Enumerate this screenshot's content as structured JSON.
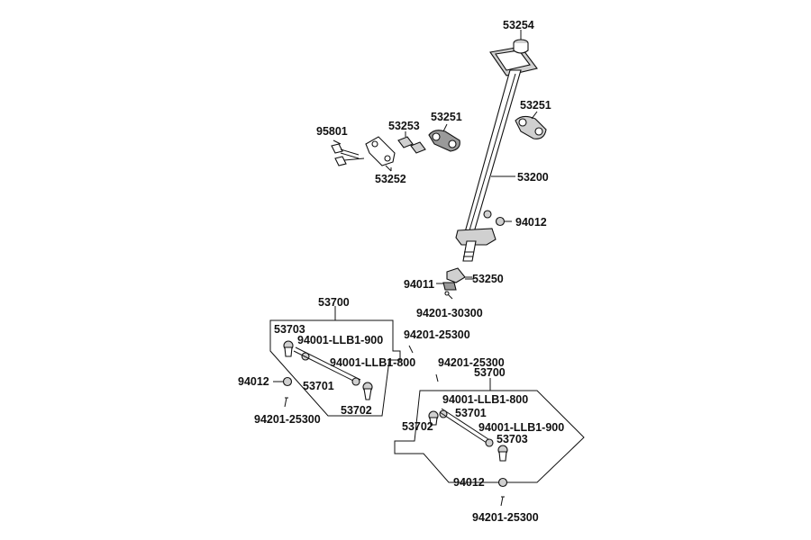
{
  "labels": {
    "p53254": "53254",
    "p53251_top": "53251",
    "p53251_mid": "53251",
    "p53253": "53253",
    "p95801": "95801",
    "p53252": "53252",
    "p53200": "53200",
    "p94012_a": "94012",
    "p53250": "53250",
    "p94011": "94011",
    "p94201_30300": "94201-30300",
    "p53700_left": "53700",
    "p53703_left": "53703",
    "p94001_900_left": "94001-LLB1-900",
    "p94201_25300_a": "94201-25300",
    "p94001_800_left": "94001-LLB1-800",
    "p94012_b": "94012",
    "p53701_left": "53701",
    "p53702_left": "53702",
    "p94201_25300_b": "94201-25300",
    "p94201_25300_c": "94201-25300",
    "p53700_right": "53700",
    "p94001_800_right": "94001-LLB1-800",
    "p53701_right": "53701",
    "p53702_right": "53702",
    "p94001_900_right": "94001-LLB1-900",
    "p53703_right": "53703",
    "p94012_c": "94012",
    "p94201_25300_d": "94201-25300"
  },
  "colors": {
    "line": "#111111",
    "part_fill": "#ffffff",
    "part_shade": "#d0d0d0",
    "part_dark": "#9a9a9a"
  }
}
